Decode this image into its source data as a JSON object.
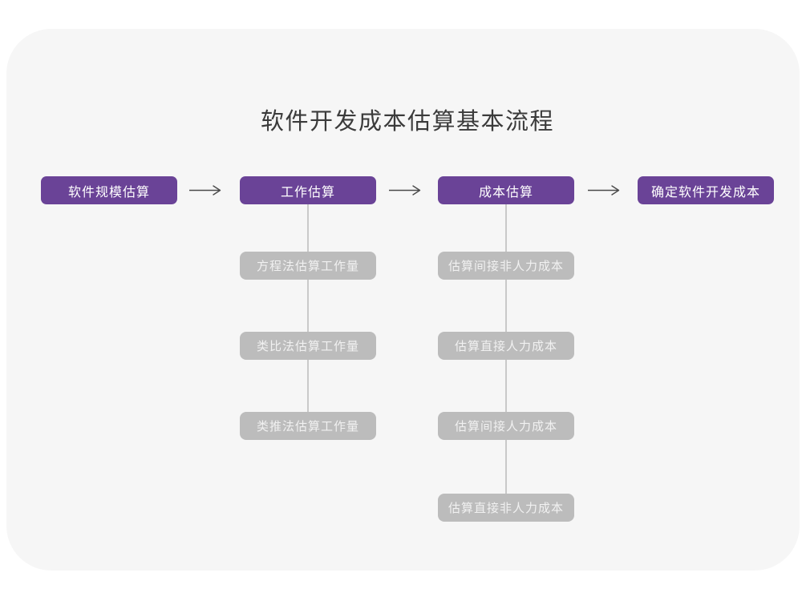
{
  "title": "软件开发成本估算基本流程",
  "colors": {
    "accent_purple": "#6a4397",
    "substep_gray": "#bcbcbc",
    "card_background": "#f6f6f6",
    "page_background": "#ffffff",
    "arrow": "#4a4a4a",
    "connector_line": "#c9c9c9",
    "title_text": "#3b3b3b"
  },
  "flow": {
    "stages": [
      {
        "label": "软件规模估算",
        "children": []
      },
      {
        "label": "工作估算",
        "children": [
          "方程法估算工作量",
          "类比法估算工作量",
          "类推法估算工作量"
        ]
      },
      {
        "label": "成本估算",
        "children": [
          "估算间接非人力成本",
          "估算直接人力成本",
          "估算间接人力成本",
          "估算直接非人力成本"
        ]
      },
      {
        "label": "确定软件开发成本",
        "children": []
      }
    ]
  }
}
